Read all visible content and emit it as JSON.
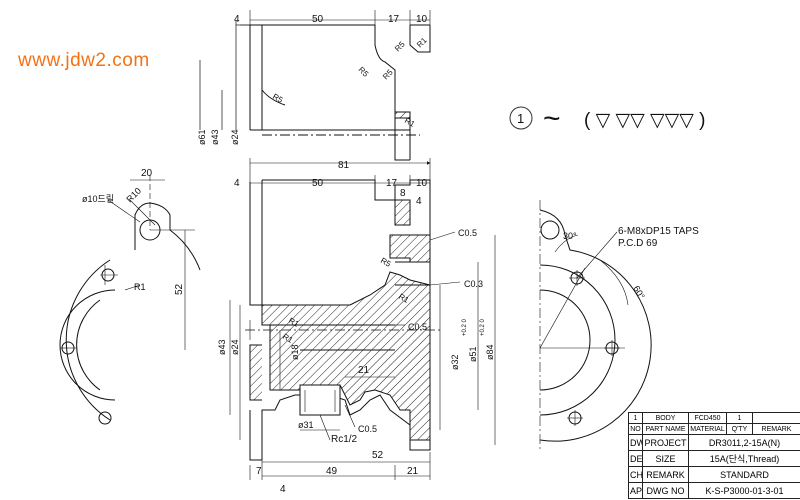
{
  "watermark": "www.jdw2.com",
  "surface_symbol": {
    "number": "1",
    "tilde": "~",
    "group": "( ▽ ▽▽ ▽▽▽ )"
  },
  "dims_top_view": {
    "d_4": "4",
    "d_50": "50",
    "d_17": "17",
    "d_10": "10",
    "r5a": "R5",
    "r5b": "R5",
    "r5c": "R5",
    "r5d": "R5",
    "r1a": "R1",
    "r1b": "R1",
    "phi61": "ø61",
    "phi43": "ø43",
    "phi24": "ø24"
  },
  "dims_main": {
    "d_81": "81",
    "d_4": "4",
    "d_50": "50",
    "d_17": "17",
    "d_10": "10",
    "d_8": "8",
    "d_4b": "4",
    "c05a": "C0.5",
    "c03": "C0.3",
    "c05b": "C0.5",
    "c05c": "C0.5",
    "r5": "R5",
    "r1a": "R1",
    "r1b": "R1",
    "r1c": "R1",
    "phi43": "ø43",
    "phi24": "ø24",
    "phi18": "ø18",
    "phi32": "ø32",
    "tol32": "+0.2\n 0",
    "phi51": "ø51",
    "tol51": "+0.2\n 0",
    "phi84": "ø84",
    "d_21": "21",
    "phi31": "ø31",
    "rc12": "Rc1/2",
    "d_52": "52",
    "d_7": "7",
    "d_49": "49",
    "d_21b": "21",
    "d_4c": "4"
  },
  "dims_left": {
    "d_20": "20",
    "r10": "R10",
    "phi10": "ø10드릴",
    "r1": "R1",
    "d_52": "52"
  },
  "dims_right": {
    "taps": "6-M8xDP15 TAPS",
    "pcd": "P.C.D 69",
    "a30": "30°",
    "a60": "60°"
  },
  "title_block": {
    "rows": [
      [
        "1",
        "BODY",
        "FCD450",
        "1",
        ""
      ],
      [
        "NO",
        "PART NAME",
        "MATERIAL",
        "Q'TY",
        "REMARK"
      ]
    ],
    "dwn_label": "DWN",
    "project_label": "PROJECT",
    "project": "DR3011,2-15A(N)",
    "des_label": "DES",
    "size_label": "SIZE",
    "size": "15A(단식,Thread)",
    "chk_label": "CHK",
    "remark_label": "REMARK",
    "remark": "STANDARD",
    "app_label": "APP",
    "dwg_label": "DWG NO",
    "dwg": "K-S-P3000-01-3-01"
  },
  "colors": {
    "watermark": "#f47216",
    "line": "#111111",
    "hatch": "#222222"
  }
}
